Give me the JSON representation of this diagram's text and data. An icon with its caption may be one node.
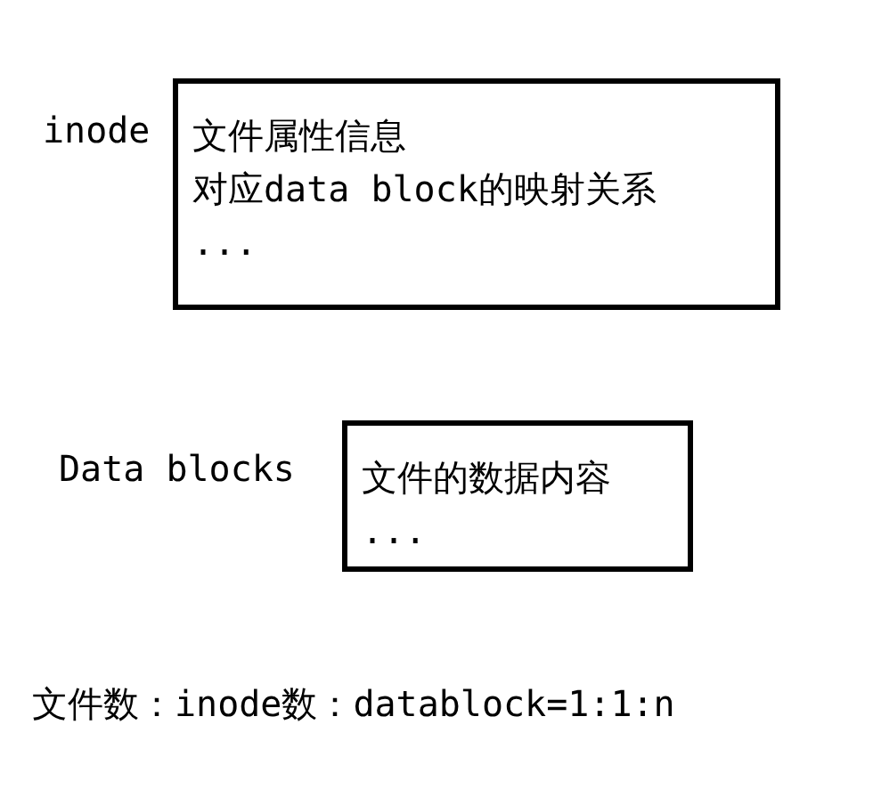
{
  "diagram": {
    "nodes": [
      {
        "text": [
          "文件属性信息",
          "对应data block的映射关系",
          "..."
        ],
        "beside": [
          "inode"
        ]
      },
      {
        "text": [
          "文件的数据内容",
          "..."
        ],
        "beside": [
          "Data blocks"
        ]
      }
    ],
    "labels": [
      "文件数：inode数：datablock=1:1:n"
    ]
  }
}
